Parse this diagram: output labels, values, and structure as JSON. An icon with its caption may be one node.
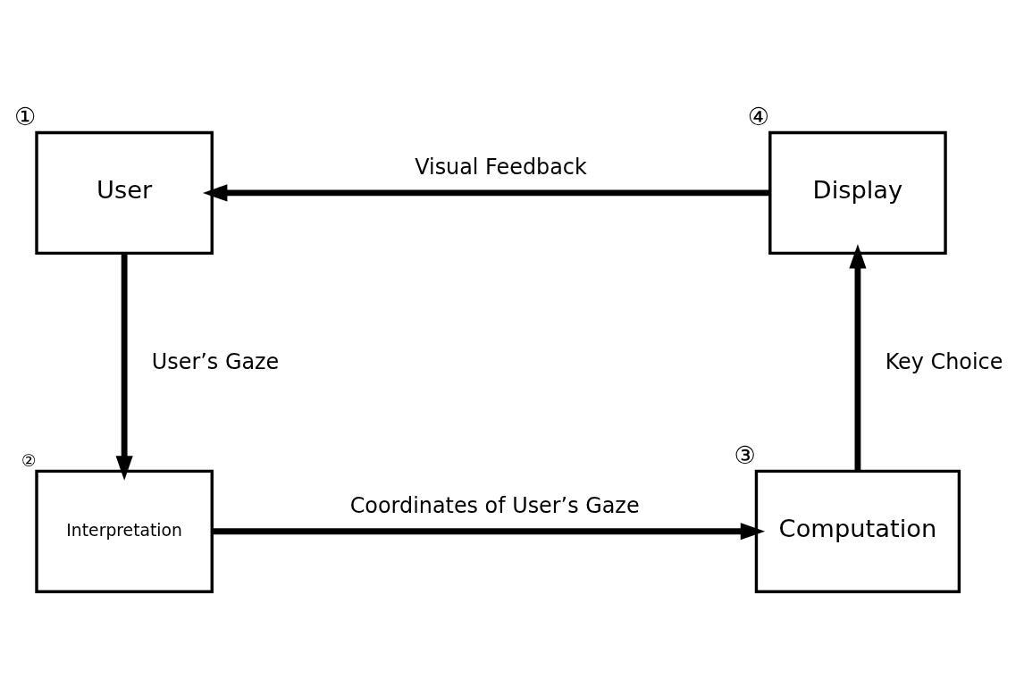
{
  "diagram": {
    "nodes": [
      {
        "text": [
          "User"
        ],
        "beside": [
          "①"
        ]
      },
      {
        "text": [
          "Interpretation"
        ],
        "beside": [
          "②"
        ]
      },
      {
        "text": [
          "Computation"
        ],
        "beside": [
          "③"
        ]
      },
      {
        "text": [
          "Display"
        ],
        "beside": [
          "④"
        ]
      }
    ],
    "edges": [
      {
        "from": 3,
        "to": 0,
        "arrow": "to",
        "label": "Visual Feedback"
      },
      {
        "from": 0,
        "to": 1,
        "arrow": "to",
        "label": "User’s Gaze"
      },
      {
        "from": 1,
        "to": 2,
        "arrow": "to",
        "label": "Coordinates of User’s Gaze"
      },
      {
        "from": 2,
        "to": 3,
        "arrow": "to",
        "label": "Key Choice"
      }
    ]
  }
}
